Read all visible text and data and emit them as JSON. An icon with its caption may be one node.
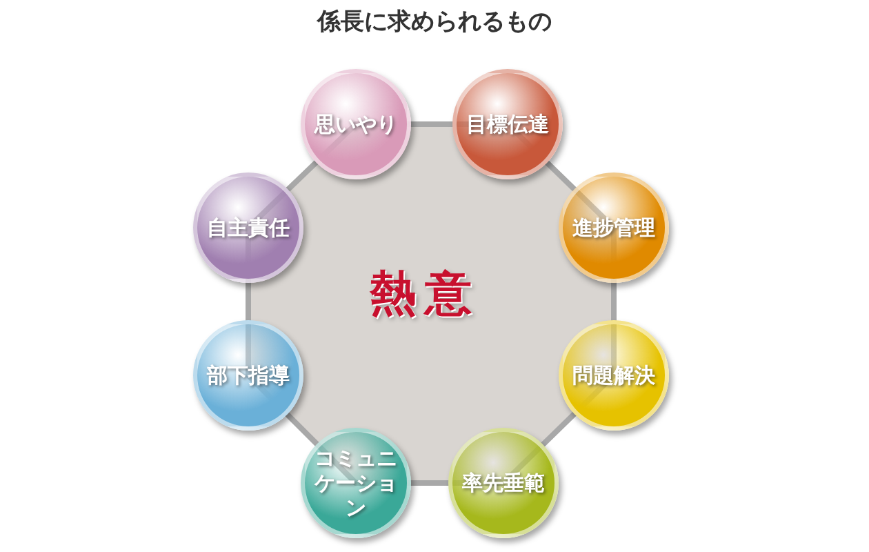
{
  "diagram": {
    "title": "係長に求められるもの",
    "nodes": [
      {
        "text": [
          "熱意"
        ]
      },
      {
        "text": [
          "思いやり"
        ]
      },
      {
        "text": [
          "目標伝達"
        ]
      },
      {
        "text": [
          "進捗管理"
        ]
      },
      {
        "text": [
          "問題解決"
        ]
      },
      {
        "text": [
          "率先垂範"
        ]
      },
      {
        "text": [
          "コミュニケーション"
        ]
      },
      {
        "text": [
          "部下指導"
        ]
      },
      {
        "text": [
          "自主責任"
        ]
      }
    ],
    "edges": []
  }
}
